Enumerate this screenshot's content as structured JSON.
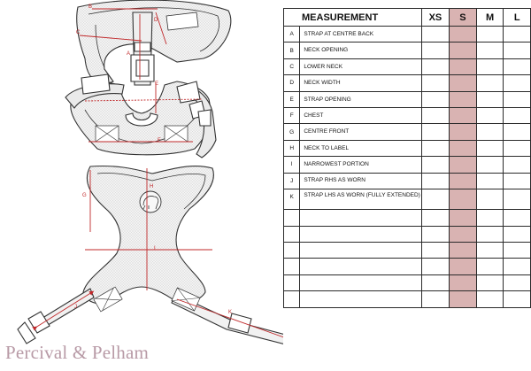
{
  "table": {
    "headers": {
      "measurement": "MEASUREMENT",
      "xs": "XS",
      "s": "S",
      "m": "M",
      "l": "L"
    },
    "rows": [
      {
        "letter": "A",
        "label": "STRAP AT CENTRE BACK"
      },
      {
        "letter": "B",
        "label": "NECK OPENING"
      },
      {
        "letter": "C",
        "label": "LOWER NECK"
      },
      {
        "letter": "D",
        "label": "NECK WIDTH"
      },
      {
        "letter": "E",
        "label": "STRAP OPENING"
      },
      {
        "letter": "F",
        "label": "CHEST"
      },
      {
        "letter": "G",
        "label": "CENTRE FRONT"
      },
      {
        "letter": "H",
        "label": "NECK TO LABEL"
      },
      {
        "letter": "I",
        "label": "NARROWEST PORTION"
      },
      {
        "letter": "J",
        "label": "STRAP RHS AS WORN"
      },
      {
        "letter": "K",
        "label": "STRAP LHS AS WORN (FULLY EXTENDED)"
      }
    ],
    "empty_rows": 6,
    "highlight_color": "#d9b3b2"
  },
  "diagram_labels": {
    "a": "A",
    "b": "B",
    "c": "C",
    "d": "D",
    "e": "E",
    "f": "F",
    "g": "G",
    "h": "H",
    "i": "I",
    "j": "J",
    "k": "K"
  },
  "brand": {
    "name": "Percival & Pelham",
    "color": "#b89aa6"
  },
  "accent_color": "#c0282a"
}
